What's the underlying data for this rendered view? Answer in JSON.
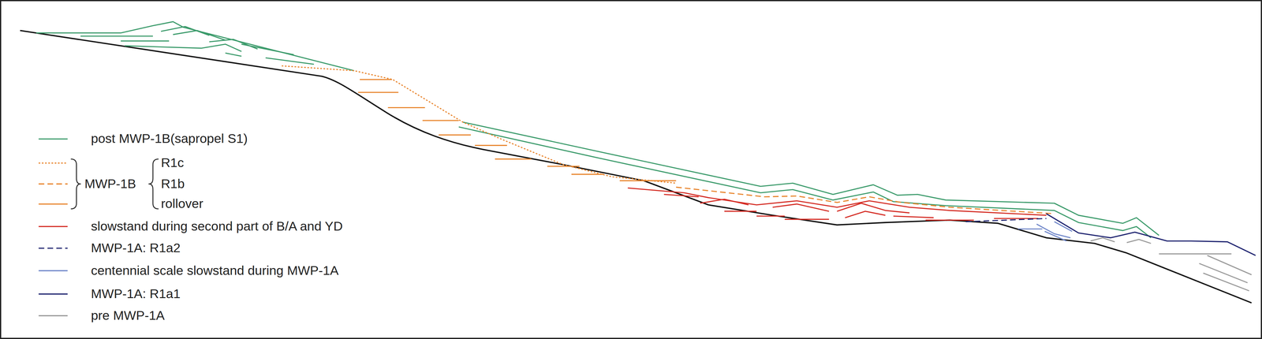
{
  "diagram": {
    "labels": [
      "MWP-1B"
    ],
    "legend": [
      {
        "text": "post MWP-1B(sapropel S1)"
      },
      {
        "text": "R1c"
      },
      {
        "text": "R1b"
      },
      {
        "text": "rollover"
      },
      {
        "text": "slowstand during second part of B/A and YD"
      },
      {
        "text": "MWP-1A: R1a2"
      },
      {
        "text": "centennial scale slowstand during MWP-1A"
      },
      {
        "text": "MWP-1A: R1a1"
      },
      {
        "text": "pre MWP-1A"
      }
    ]
  }
}
